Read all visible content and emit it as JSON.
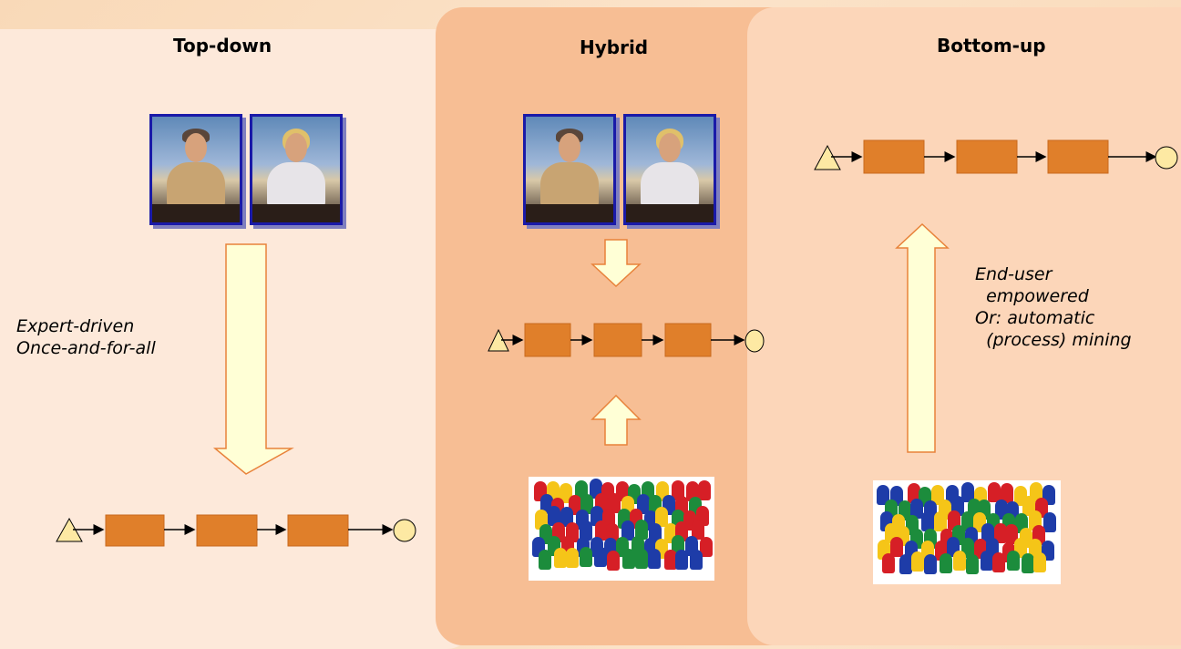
{
  "panels": {
    "left": {
      "title": "Top-down",
      "caption": [
        "Expert-driven",
        "Once-and-for-all"
      ]
    },
    "middle": {
      "title": "Hybrid"
    },
    "right": {
      "title": "Bottom-up",
      "caption": [
        "End-user",
        "  empowered",
        "Or: automatic",
        "  (process) mining"
      ]
    }
  },
  "colors": {
    "task_fill": "#e07f2a",
    "start_fill": "#fde9a3",
    "end_fill": "#fde9a3",
    "arrow_fill": "#ffffd6",
    "arrow_stroke": "#e8823a",
    "pawns": [
      "#d61f26",
      "#1e3ca8",
      "#f5c518",
      "#1c8c3c"
    ]
  },
  "icons": [
    "manager-photo",
    "businesswoman-photo",
    "crowd-of-pawns",
    "start-triangle",
    "end-circle"
  ]
}
